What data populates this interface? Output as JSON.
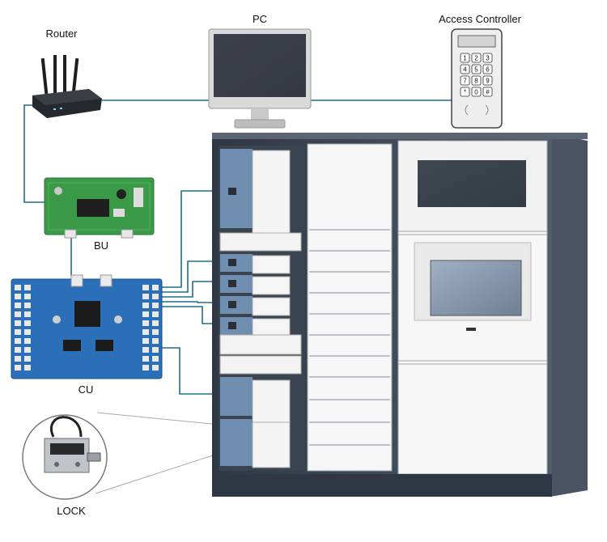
{
  "labels": {
    "router": "Router",
    "pc": "PC",
    "access_controller": "Access Controller",
    "bu": "BU",
    "cu": "CU",
    "lock": "LOCK"
  },
  "colors": {
    "wire": "#1f6e8c",
    "cabinet_frame": "#3d4654",
    "door": "#f6f6f6",
    "board_green": "#3a9a48",
    "board_blue": "#2b6fb8",
    "screen": "#8a99ad"
  },
  "keypad_keys": [
    "1",
    "2",
    "3",
    "4",
    "5",
    "6",
    "7",
    "8",
    "9",
    "*",
    "0",
    "#"
  ]
}
